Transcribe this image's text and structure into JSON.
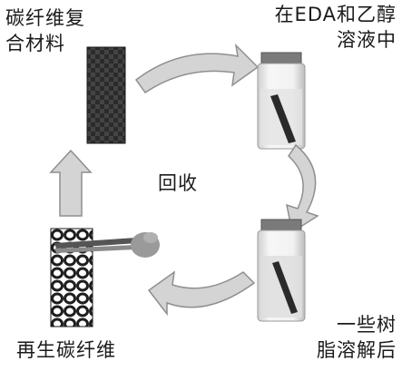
{
  "labels": {
    "composite_line1": "碳纤维复",
    "composite_line2": "合材料",
    "solution_line1": "在EDA和乙醇",
    "solution_line2": "溶液中",
    "recycle": "回收",
    "resin_line1": "一些树",
    "resin_line2": "脂溶解后",
    "regenerated": "再生碳纤维"
  },
  "colors": {
    "arrow_fill": "#d4d4d4",
    "arrow_stroke": "#8f8f8f",
    "composite": "#2a2a2a",
    "glass": "#e9e9e9",
    "cap": "#7a7a7a"
  }
}
